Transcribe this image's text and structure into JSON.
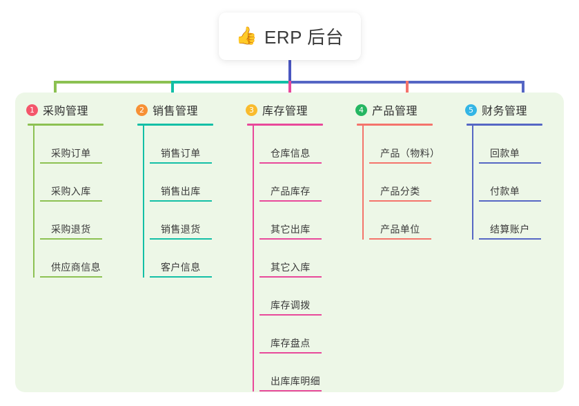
{
  "root": {
    "icon": "thumbs-up-icon",
    "icon_glyph": "👍",
    "title": "ERP 后台"
  },
  "canvas": {
    "background": "#ffffff",
    "panel_background": "#edf7e7"
  },
  "columns": [
    {
      "number": "1",
      "title": "采购管理",
      "badge_color": "#f4566b",
      "line_color": "#8cc152",
      "items": [
        "采购订单",
        "采购入库",
        "采购退货",
        "供应商信息"
      ]
    },
    {
      "number": "2",
      "title": "销售管理",
      "badge_color": "#f79035",
      "line_color": "#13bfa6",
      "items": [
        "销售订单",
        "销售出库",
        "销售退货",
        "客户信息"
      ]
    },
    {
      "number": "3",
      "title": "库存管理",
      "badge_color": "#f9bb2d",
      "line_color": "#e8489a",
      "items": [
        "仓库信息",
        "产品库存",
        "其它出库",
        "其它入库",
        "库存调拨",
        "库存盘点",
        "出库库明细"
      ]
    },
    {
      "number": "4",
      "title": "产品管理",
      "badge_color": "#25b662",
      "line_color": "#f4736b",
      "items": [
        "产品（物料）",
        "产品分类",
        "产品单位"
      ]
    },
    {
      "number": "5",
      "title": "财务管理",
      "badge_color": "#33b5e5",
      "line_color": "#5566c4",
      "items": [
        "回款单",
        "付款单",
        "结算账户"
      ]
    }
  ],
  "connectors": {
    "stem_color": "#4a56c0",
    "bar_segments": [
      {
        "color": "#8cc152"
      },
      {
        "color": "#13bfa6"
      },
      {
        "color": "#5566c4"
      }
    ],
    "drop_colors": [
      "#8cc152",
      "#13bfa6",
      "#e8489a",
      "#f4736b",
      "#5566c4"
    ]
  }
}
